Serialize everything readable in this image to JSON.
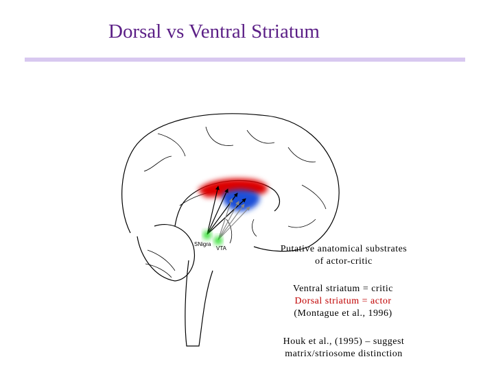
{
  "slide": {
    "title": "Dorsal vs Ventral Striatum",
    "accent_color": "#5b1f86",
    "rule_color": "#d8c8f0"
  },
  "figure": {
    "labels": {
      "snigra": "SNigra",
      "vta": "VTA"
    },
    "colors": {
      "dorsal": "#dd0000",
      "ventral": "#1f4fd8",
      "nuclei": "#22dd22"
    }
  },
  "captions": {
    "substrates": [
      "Putative anatomical substrates",
      "of actor-critic"
    ],
    "ventral": "Ventral striatum = critic",
    "dorsal": "Dorsal striatum = actor",
    "montague": "(Montague et al., 1996)",
    "houk": [
      "Houk et al., (1995) – suggest",
      "matrix/striosome distinction"
    ]
  }
}
